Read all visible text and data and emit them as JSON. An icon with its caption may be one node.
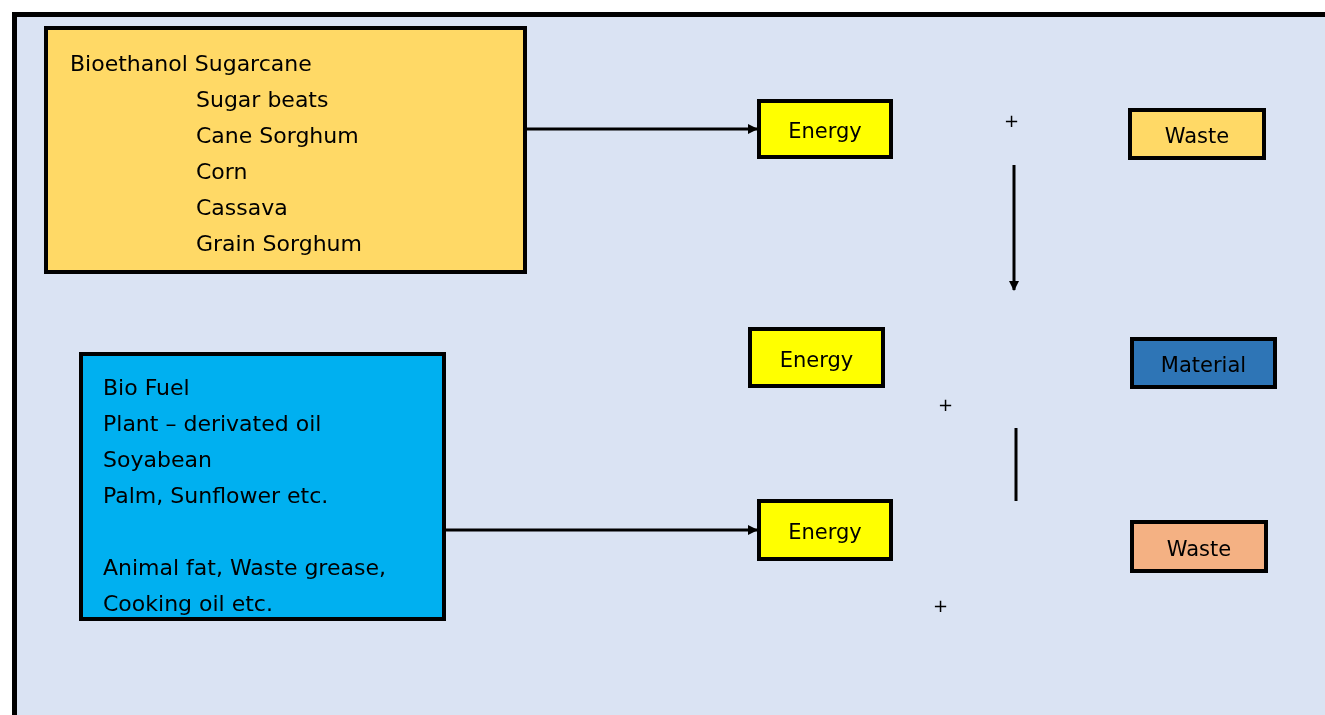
{
  "diagram": {
    "nodes": [
      {
        "text": [
          "Bioethanol Sugarcane",
          "Sugar beats",
          "Cane Sorghum",
          "Corn",
          "Cassava",
          "Grain Sorghum"
        ]
      },
      {
        "text": [
          "Energy"
        ]
      },
      {
        "text": [
          "Waste"
        ]
      },
      {
        "text": [
          "Energy"
        ]
      },
      {
        "text": [
          "Material"
        ]
      },
      {
        "text": [
          "Bio Fuel",
          "Plant – derivated oil",
          "Soyabean",
          "Palm, Sunflower etc.",
          "Animal fat, Waste grease, Cooking oil etc."
        ]
      },
      {
        "text": [
          "Energy"
        ]
      },
      {
        "text": [
          "Waste"
        ]
      }
    ],
    "edges": [
      {
        "from": 0,
        "to": 1,
        "arrow": "to"
      },
      {
        "from": 5,
        "to": 6,
        "arrow": "to"
      }
    ],
    "labels": [
      "+",
      "+",
      "+"
    ]
  }
}
